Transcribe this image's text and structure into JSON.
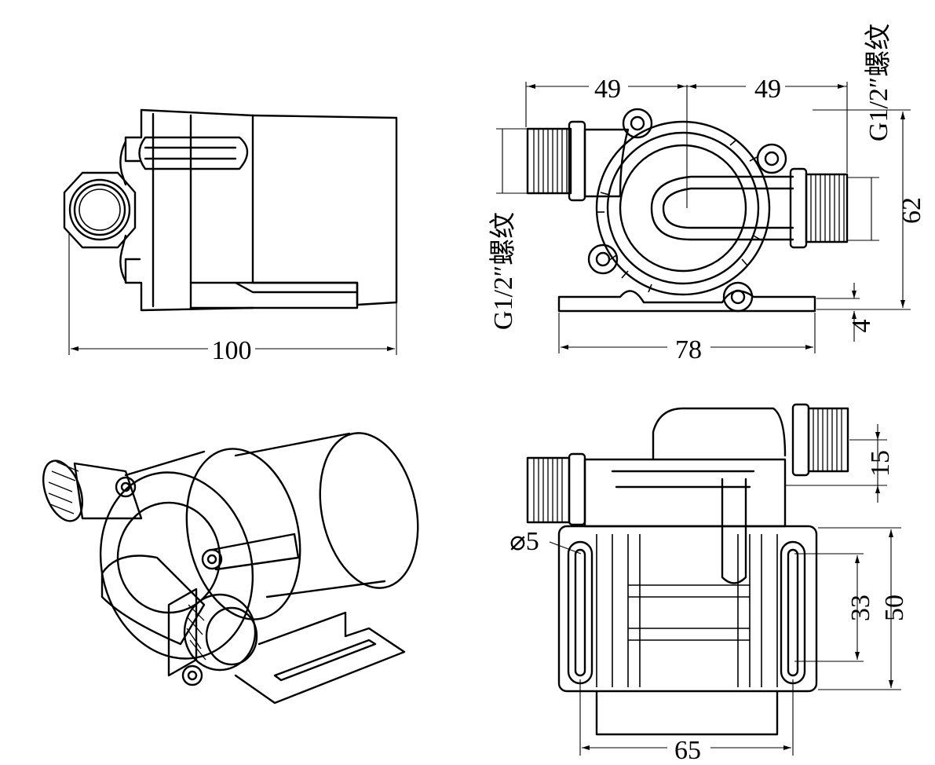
{
  "labels": {
    "width_overall": "100",
    "inlet_offset_left": "49",
    "inlet_offset_right": "49",
    "height_overall": "62",
    "base_thickness": "4",
    "base_width": "78",
    "outlet_thread_note": "G1/2″螺纹",
    "inlet_thread_note": "G1/2″螺纹",
    "port_offset": "15",
    "hole_diameter": "⌀5",
    "slot_pitch": "33",
    "base_depth": "50",
    "hole_span": "65"
  },
  "colors": {
    "line": "#000000",
    "background": "#ffffff"
  }
}
